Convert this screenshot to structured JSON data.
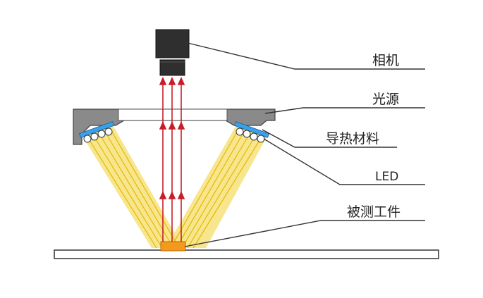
{
  "labels": {
    "camera": "相机",
    "light_source": "光源",
    "thermal_material": "导热材料",
    "led": "LED",
    "workpiece": "被测工件"
  },
  "colors": {
    "body_gray": "#8a8a8a",
    "camera_dark": "#2f2f2f",
    "ray_red": "#c81e2a",
    "light_beam": "#f6e27a",
    "light_ray": "#e6b800",
    "thermal_blue": "#3aa0e8",
    "workpiece_orange": "#f39a1e",
    "leader_line": "#333333"
  }
}
